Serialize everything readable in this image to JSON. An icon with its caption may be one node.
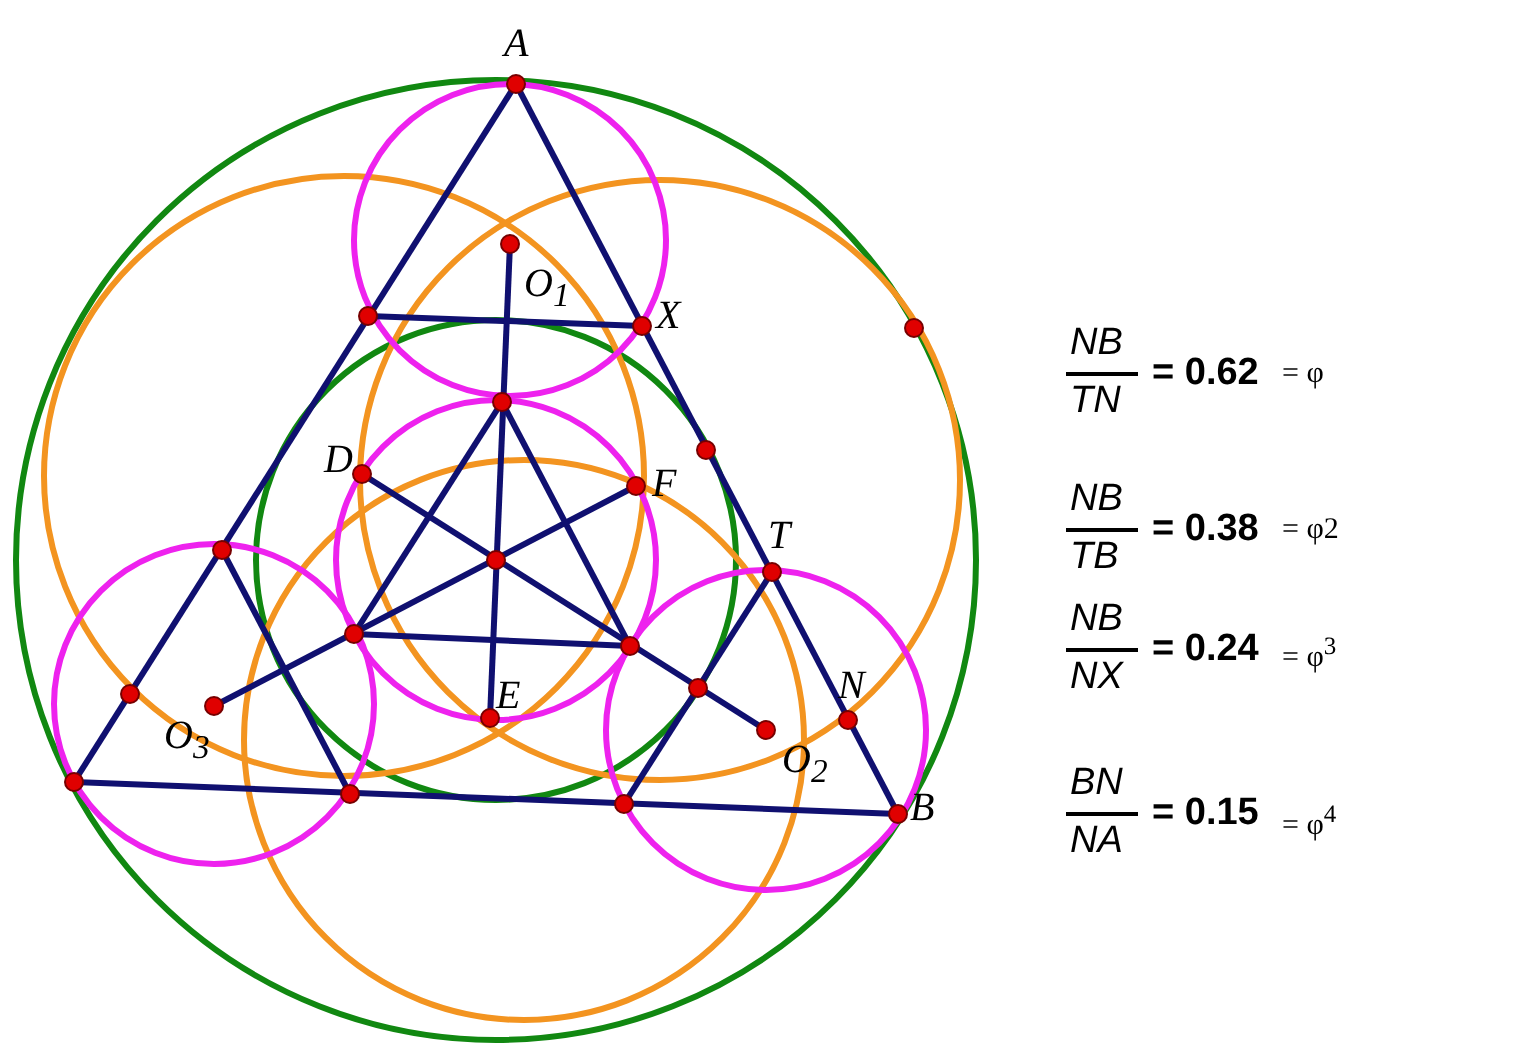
{
  "diagram": {
    "labels": [
      "A",
      "O$_{1}$",
      "X",
      "D",
      "F",
      "T",
      "E",
      "N",
      "O$_{3}$",
      "O$_{2}$",
      "B",
      "NB",
      "TN",
      "= 0.62",
      "= φ",
      "NB",
      "TB",
      "= 0.38",
      "= φ2",
      "NB",
      "NX",
      "= 0.24",
      "= φ$^{3}$",
      "BN",
      "NA",
      "= 0.15",
      "= φ$^{4}$"
    ]
  }
}
